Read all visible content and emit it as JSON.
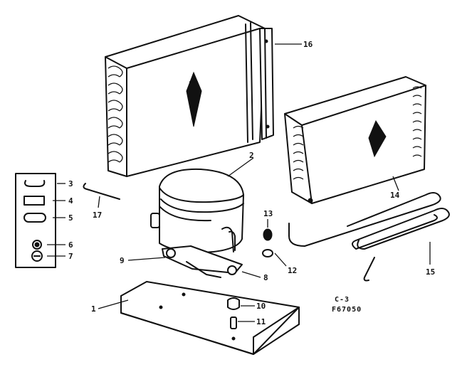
{
  "labels": {
    "l1": "1",
    "l2": "2",
    "l3": "3",
    "l4": "4",
    "l5": "5",
    "l6": "6",
    "l7": "7",
    "l8": "8",
    "l9": "9",
    "l10": "10",
    "l11": "11",
    "l12": "12",
    "l13": "13",
    "l14": "14",
    "l15": "15",
    "l16": "16",
    "l17": "17"
  },
  "figure_code": {
    "line1": "C-3",
    "line2": "F67050"
  }
}
